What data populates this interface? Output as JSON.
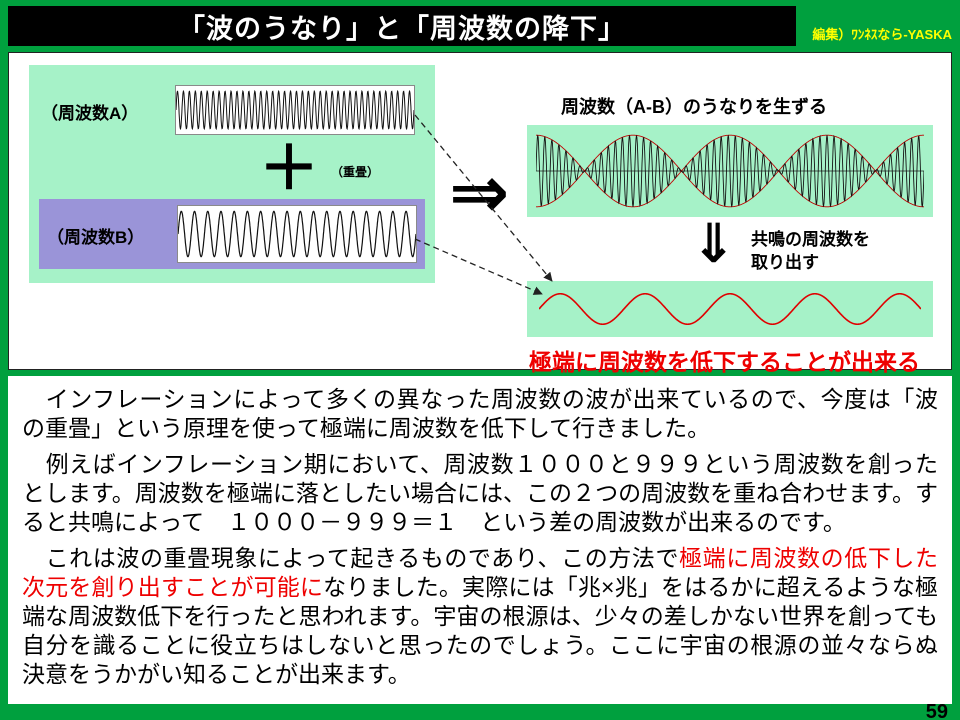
{
  "slide": {
    "title": "「波のうなり」と「周波数の降下」",
    "credit": "編集）ﾜﾝﾈｽなら-YASKA",
    "page_number": "59"
  },
  "diagram": {
    "wave_a_label": "（周波数A）",
    "wave_b_label": "（周波数B）",
    "plus": "＋",
    "superposition_label": "（重畳）",
    "implies_arrow": "⇒",
    "beat_caption": "周波数（A‐B）のうなりを生ずる",
    "down_arrow": "⇓",
    "resonance_line1": "共鳴の周波数を",
    "resonance_line2": "取り出す",
    "result_caption": "極端に周波数を低下することが出来る",
    "colors": {
      "background_green": "#00A03E",
      "panel_mint": "#A6F2C8",
      "panel_purple": "#9A94D8",
      "accent_red": "#EE0000"
    },
    "waves": {
      "wave_a": {
        "type": "sine",
        "cycles": 40,
        "amplitude": 0.85,
        "color": "#111111",
        "stroke_width": 1
      },
      "wave_b": {
        "type": "sine",
        "cycles": 18,
        "amplitude": 0.88,
        "color": "#111111",
        "stroke_width": 1.2
      },
      "beat": {
        "type": "beat",
        "carrier_cycles": 55,
        "beat_lobes": 4,
        "amplitude": 0.95,
        "color": "#111111",
        "envelope_color": "#C00000",
        "midline": true,
        "stroke_width": 0.9
      },
      "extracted": {
        "type": "sine",
        "cycles": 4.5,
        "amplitude": 0.72,
        "color": "#E00000",
        "stroke_width": 1.7
      }
    }
  },
  "body": {
    "para1": "　インフレーションによって多くの異なった周波数の波が出来ているので、今度は「波の重畳」という原理を使って極端に周波数を低下して行きました。",
    "para2": "　例えばインフレーション期において、周波数１０００と９９９という周波数を創ったとします。周波数を極端に落としたい場合には、この２つの周波数を重ね合わせます。すると共鳴によって　１０００－９９９＝１　という差の周波数が出来るのです。",
    "para3_black1": "　これは波の重畳現象によって起きるものであり、この方法で",
    "para3_red": "極端に周波数の低下した次元を創り出すことが可能に",
    "para3_black2": "なりました。実際には「兆×兆」をはるかに超えるような極端な周波数低下を行ったと思われます。宇宙の根源は、少々の差しかない世界を創っても自分を識ることに役立ちはしないと思ったのでしょう。ここに宇宙の根源の並々ならぬ決意をうかがい知ることが出来ます。"
  }
}
